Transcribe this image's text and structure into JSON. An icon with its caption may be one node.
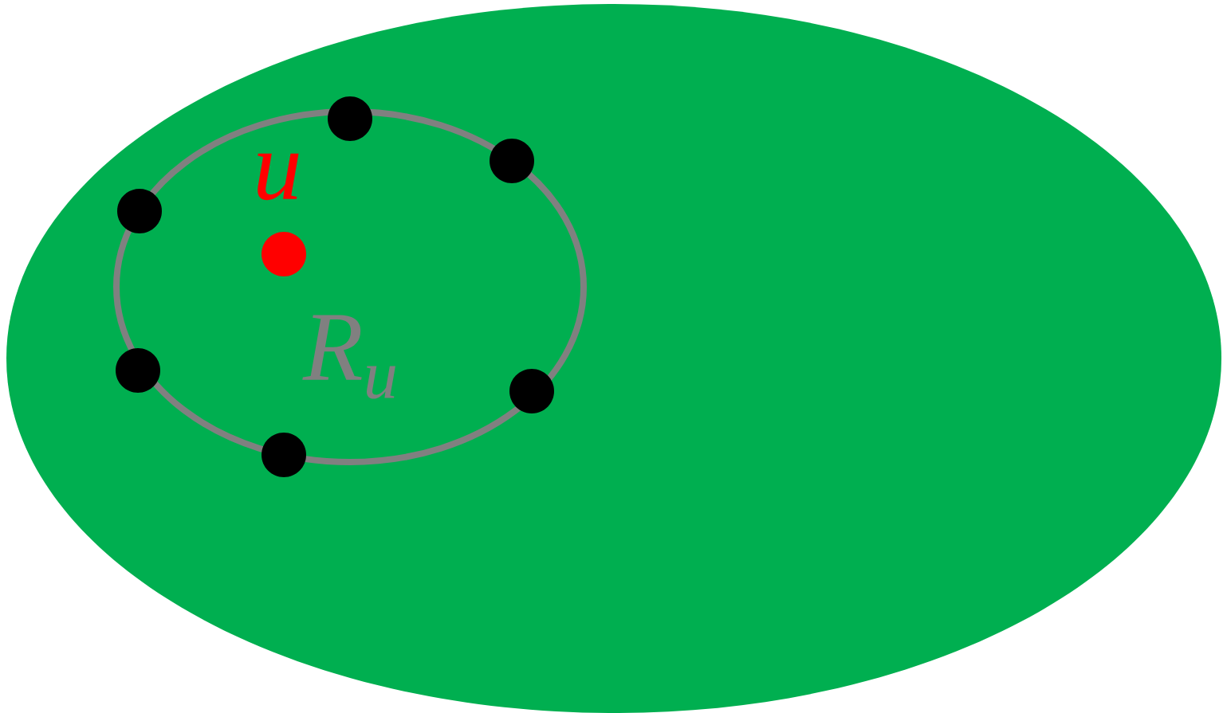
{
  "diagram": {
    "nodes": [
      {
        "text": [],
        "shape": "ellipse"
      },
      {
        "text": [
          "R$_{u}$"
        ],
        "in": 0
      },
      {
        "text": [],
        "shape": "circle",
        "beside": [
          "u"
        ],
        "in": 1
      },
      {
        "text": [],
        "shape": "circle",
        "in": 0
      },
      {
        "text": [],
        "shape": "circle",
        "in": 0
      },
      {
        "text": [],
        "shape": "circle",
        "in": 0
      },
      {
        "text": [],
        "shape": "circle",
        "in": 0
      },
      {
        "text": [],
        "shape": "circle",
        "in": 1
      },
      {
        "text": [],
        "shape": "circle",
        "in": 1
      }
    ]
  }
}
